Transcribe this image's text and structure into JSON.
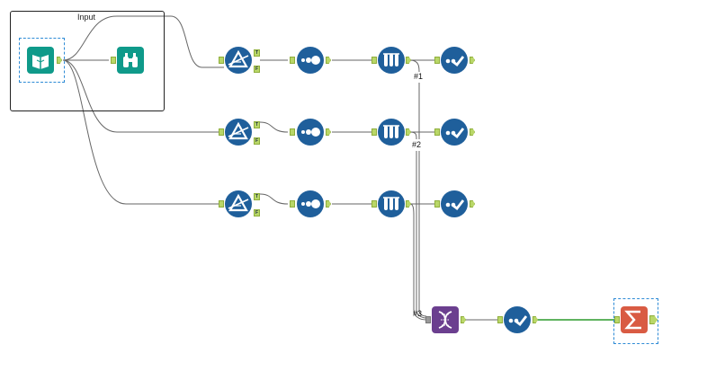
{
  "canvas": {
    "container": {
      "title": "Input"
    },
    "wire_labels": [
      "#1",
      "#2",
      "#3"
    ],
    "anchor_labels": {
      "true": "T",
      "false": "F"
    },
    "colors": {
      "input_tool": "#0f9a8a",
      "prep_tool": "#1f5f9b",
      "developer_tool": "#6b3f8f",
      "summarize_tool": "#d95b43",
      "anchor": "#b9d768",
      "selected_wire": "#2c9a2c",
      "selection_border": "#2e8bd6"
    },
    "tools": [
      {
        "name": "input-data-tool",
        "icon": "book-icon"
      },
      {
        "name": "browse-tool",
        "icon": "binoculars-icon"
      },
      {
        "name": "filter-tool-1",
        "icon": "prism-icon"
      },
      {
        "name": "filter-tool-2",
        "icon": "prism-icon"
      },
      {
        "name": "filter-tool-3",
        "icon": "prism-icon"
      },
      {
        "name": "sample-tool-1",
        "icon": "dots-icon"
      },
      {
        "name": "sample-tool-2",
        "icon": "dots-icon"
      },
      {
        "name": "sample-tool-3",
        "icon": "dots-icon"
      },
      {
        "name": "test-tool-1",
        "icon": "test-tubes-icon"
      },
      {
        "name": "test-tool-2",
        "icon": "test-tubes-icon"
      },
      {
        "name": "test-tool-3",
        "icon": "test-tubes-icon"
      },
      {
        "name": "select-tool-1",
        "icon": "check-dots-icon"
      },
      {
        "name": "select-tool-2",
        "icon": "check-dots-icon"
      },
      {
        "name": "select-tool-3",
        "icon": "check-dots-icon"
      },
      {
        "name": "union-tool",
        "icon": "dna-icon"
      },
      {
        "name": "select-tool-4",
        "icon": "check-dots-icon"
      },
      {
        "name": "summarize-tool",
        "icon": "sigma-icon"
      }
    ]
  }
}
